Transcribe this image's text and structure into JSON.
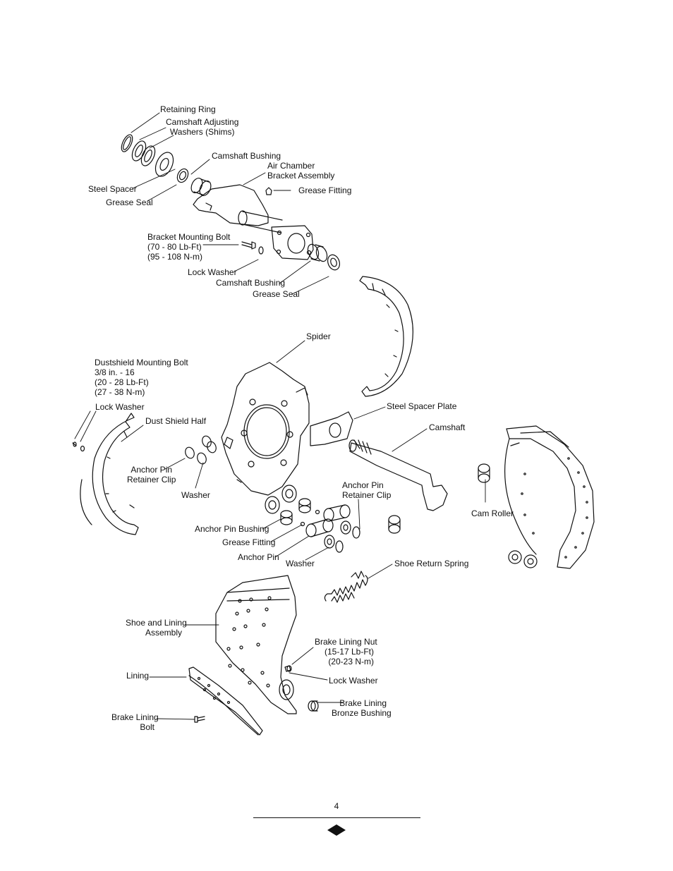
{
  "labels": {
    "retaining_ring": [
      "Retaining Ring"
    ],
    "camshaft_adjusting_washers": [
      "Camshaft Adjusting",
      "Washers (Shims)"
    ],
    "camshaft_bushing_top": [
      "Camshaft Bushing"
    ],
    "air_chamber_bracket": [
      "Air Chamber",
      "Bracket Assembly"
    ],
    "steel_spacer": [
      "Steel Spacer"
    ],
    "grease_fitting_top": [
      "Grease Fitting"
    ],
    "grease_seal_top": [
      "Grease Seal"
    ],
    "bracket_mounting_bolt": [
      "Bracket Mounting Bolt",
      "(70 - 80 Lb-Ft)",
      "(95 - 108 N-m)"
    ],
    "lock_washer_top": [
      "Lock Washer"
    ],
    "camshaft_bushing_bottom": [
      "Camshaft Bushing"
    ],
    "grease_seal_bottom": [
      "Grease Seal"
    ],
    "spider": [
      "Spider"
    ],
    "dustshield_mounting_bolt": [
      "Dustshield Mounting Bolt",
      "3/8 in. - 16",
      "(20 - 28 Lb-Ft)",
      "(27 - 38 N-m)"
    ],
    "lock_washer_left": [
      "Lock Washer"
    ],
    "dust_shield_half": [
      "Dust Shield Half"
    ],
    "steel_spacer_plate": [
      "Steel Spacer Plate"
    ],
    "camshaft": [
      "Camshaft"
    ],
    "anchor_pin_retainer_clip_left": [
      "Anchor Pin",
      "Retainer Clip"
    ],
    "washer_left": [
      "Washer"
    ],
    "anchor_pin_retainer_clip_right": [
      "Anchor Pin",
      "Retainer Clip"
    ],
    "cam_roller": [
      "Cam Roller"
    ],
    "anchor_pin_bushing": [
      "Anchor Pin Bushing"
    ],
    "grease_fitting_mid": [
      "Grease Fitting"
    ],
    "anchor_pin": [
      "Anchor Pin"
    ],
    "washer_mid": [
      "Washer"
    ],
    "shoe_return_spring": [
      "Shoe Return Spring"
    ],
    "shoe_and_lining_assembly": [
      "Shoe and Lining",
      "Assembly"
    ],
    "brake_lining_nut": [
      "Brake Lining Nut",
      "(15-17 Lb-Ft)",
      "(20-23 N-m)"
    ],
    "lining": [
      "Lining"
    ],
    "lock_washer_bottom": [
      "Lock Washer"
    ],
    "brake_lining_bronze_bushing": [
      "Brake Lining",
      "Bronze Bushing"
    ],
    "brake_lining_bolt": [
      "Brake Lining",
      "Bolt"
    ]
  },
  "footer": {
    "page_number": "4"
  }
}
